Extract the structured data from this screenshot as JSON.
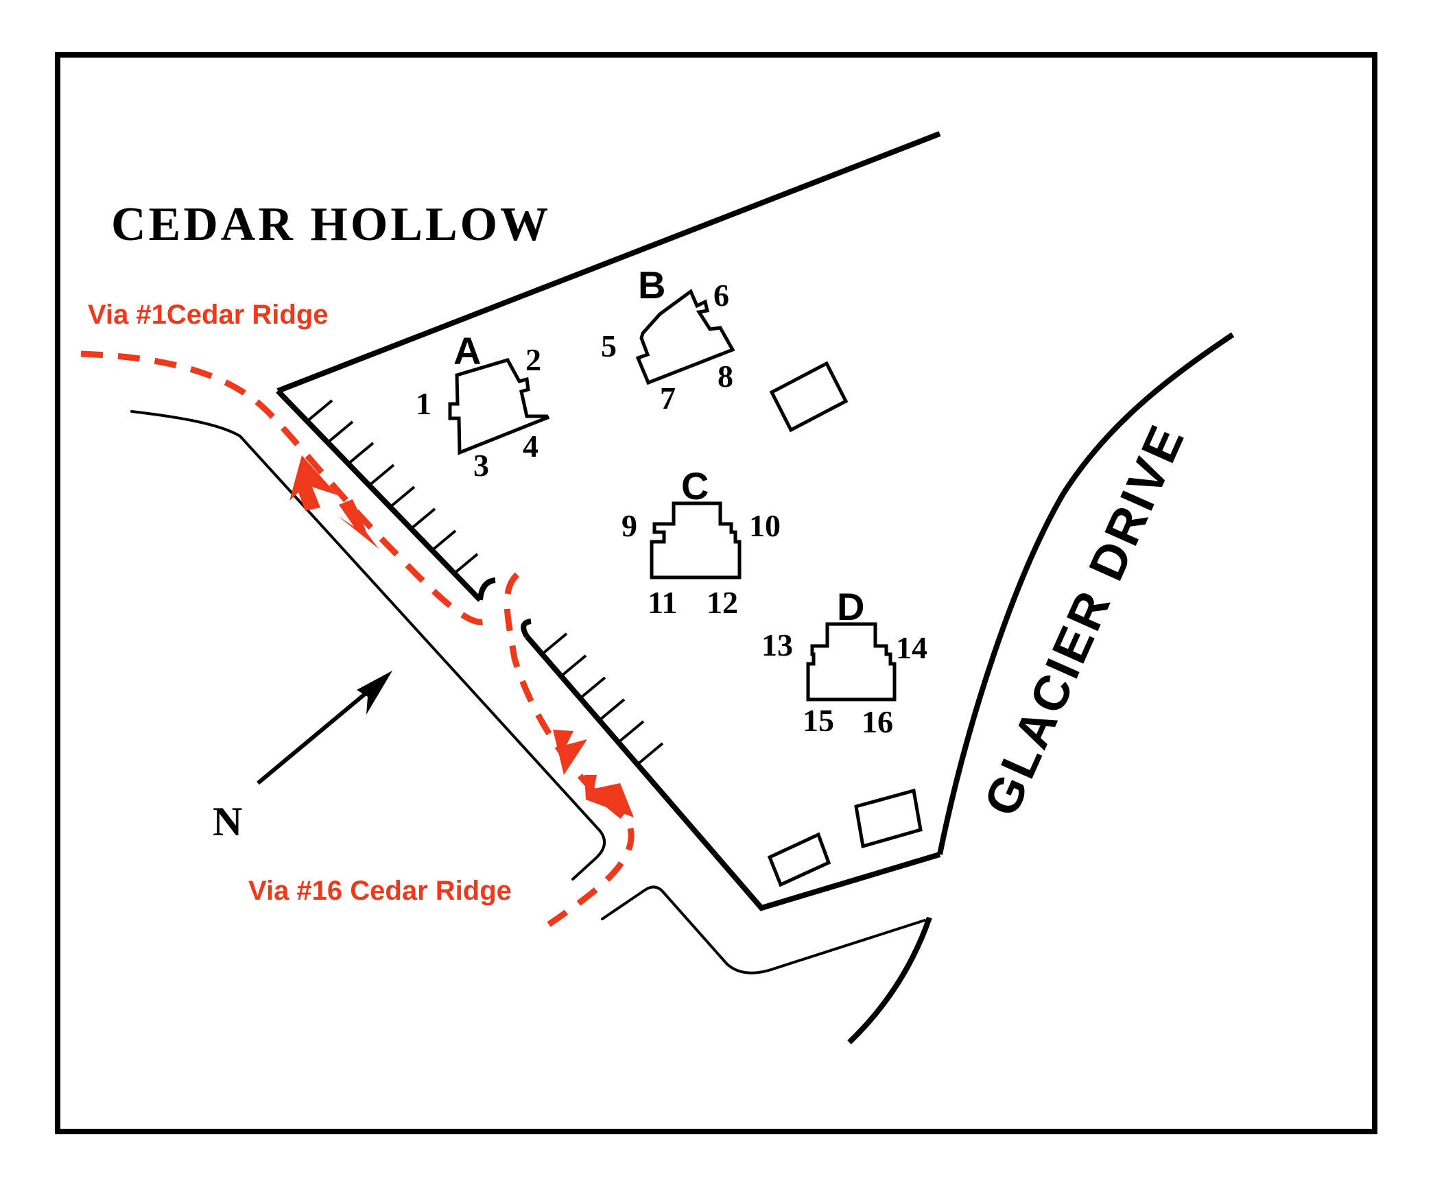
{
  "map": {
    "title": "CEDAR HOLLOW",
    "road_label": "GLACIER DRIVE",
    "north_label": "N",
    "routes": [
      {
        "label": "Via #1Cedar Ridge"
      },
      {
        "label": "Via #16 Cedar Ridge"
      }
    ],
    "buildings": [
      {
        "letter": "A",
        "units": [
          "1",
          "2",
          "3",
          "4"
        ]
      },
      {
        "letter": "B",
        "units": [
          "5",
          "6",
          "7",
          "8"
        ]
      },
      {
        "letter": "C",
        "units": [
          "9",
          "10",
          "11",
          "12"
        ]
      },
      {
        "letter": "D",
        "units": [
          "13",
          "14",
          "15",
          "16"
        ]
      }
    ],
    "colors": {
      "route": "#ee3a1c",
      "ink": "#000000",
      "background": "#ffffff"
    }
  }
}
